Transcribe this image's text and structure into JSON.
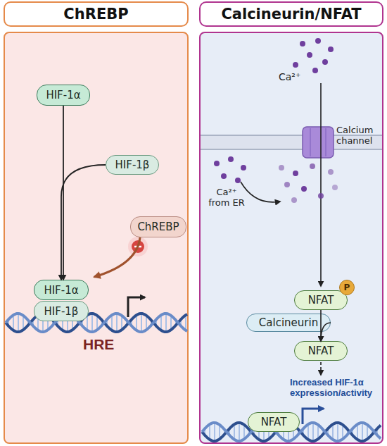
{
  "diagram": {
    "nodes": [
      {
        "text": [
          "ChREBP"
        ]
      },
      {
        "text": [
          "HIF-1α"
        ],
        "in": 0
      },
      {
        "text": [
          "HIF-1β"
        ],
        "in": 0
      },
      {
        "text": [
          "ChREBP"
        ],
        "in": 0
      },
      {
        "text": [
          "HIF-1α"
        ],
        "in": 0
      },
      {
        "text": [
          "HIF-1β"
        ],
        "in": 0
      },
      {
        "text": [
          "Calcineurin/NFAT"
        ]
      },
      {
        "text": [
          "NFAT"
        ],
        "in": 6
      },
      {
        "text": [
          "P"
        ],
        "in": 6
      },
      {
        "text": [
          "Calcineurin"
        ],
        "in": 6
      },
      {
        "text": [
          "NFAT"
        ],
        "in": 6
      },
      {
        "text": [
          "NFAT"
        ],
        "in": 6
      }
    ],
    "edges": [
      {
        "from": 1,
        "to": 4,
        "arrow": "to"
      },
      {
        "from": 2,
        "to": 4,
        "arrow": "to"
      },
      {
        "from": 3,
        "to": 4,
        "arrow": "to"
      },
      {
        "from": 7,
        "to": 10,
        "arrow": "to"
      },
      {
        "from": 9,
        "to": 10,
        "arrow": "to"
      }
    ],
    "labels": [
      "HRE",
      "Ca²⁺",
      "Calcium channel",
      "Ca²⁺ from ER",
      "Increased HIF-1α expression/activity"
    ]
  }
}
